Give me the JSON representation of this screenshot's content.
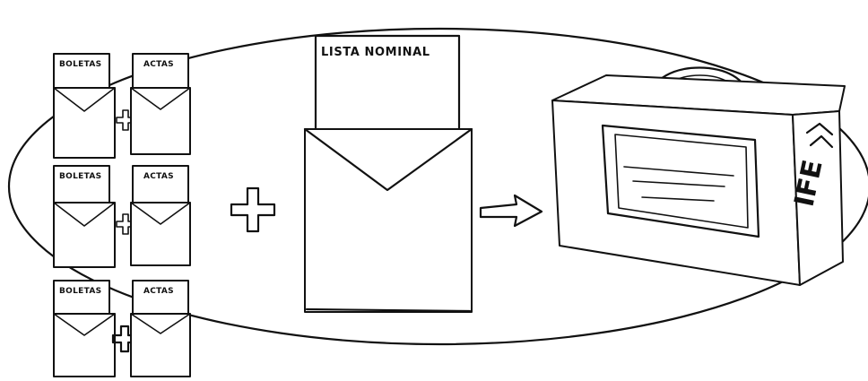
{
  "labels": {
    "boletas": "BOLETAS",
    "actas": "ACTAS",
    "lista_nominal": "LISTA NOMINAL",
    "box_brand": "IFE"
  },
  "icons": [
    "plus-icon",
    "arrow-icon",
    "envelope-icon",
    "ballot-box-icon"
  ]
}
